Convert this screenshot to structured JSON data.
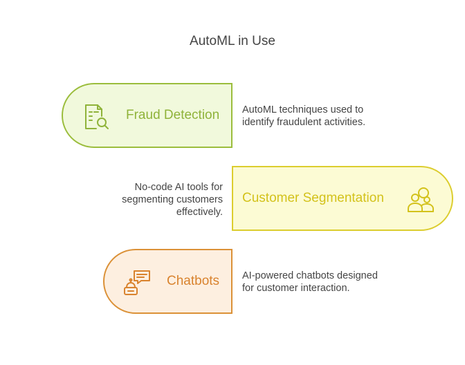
{
  "title": "AutoML in Use",
  "items": [
    {
      "label": "Fraud Detection",
      "description_lines": [
        "AutoML techniques used to",
        "identify fraudulent activities."
      ],
      "icon": "document-search-icon",
      "fill": "#f1f9dc",
      "stroke": "#9bbd3c",
      "text_color": "#8fb33a"
    },
    {
      "label": "Customer Segmentation",
      "description_lines": [
        "No-code AI tools for",
        "segmenting customers",
        "effectively."
      ],
      "icon": "users-group-icon",
      "fill": "#fcfbd4",
      "stroke": "#dccd2e",
      "text_color": "#d3c21b"
    },
    {
      "label": "Chatbots",
      "description_lines": [
        "AI-powered chatbots designed",
        "for customer interaction."
      ],
      "icon": "robot-chat-icon",
      "fill": "#fdefe0",
      "stroke": "#db9137",
      "text_color": "#d9832e"
    }
  ]
}
